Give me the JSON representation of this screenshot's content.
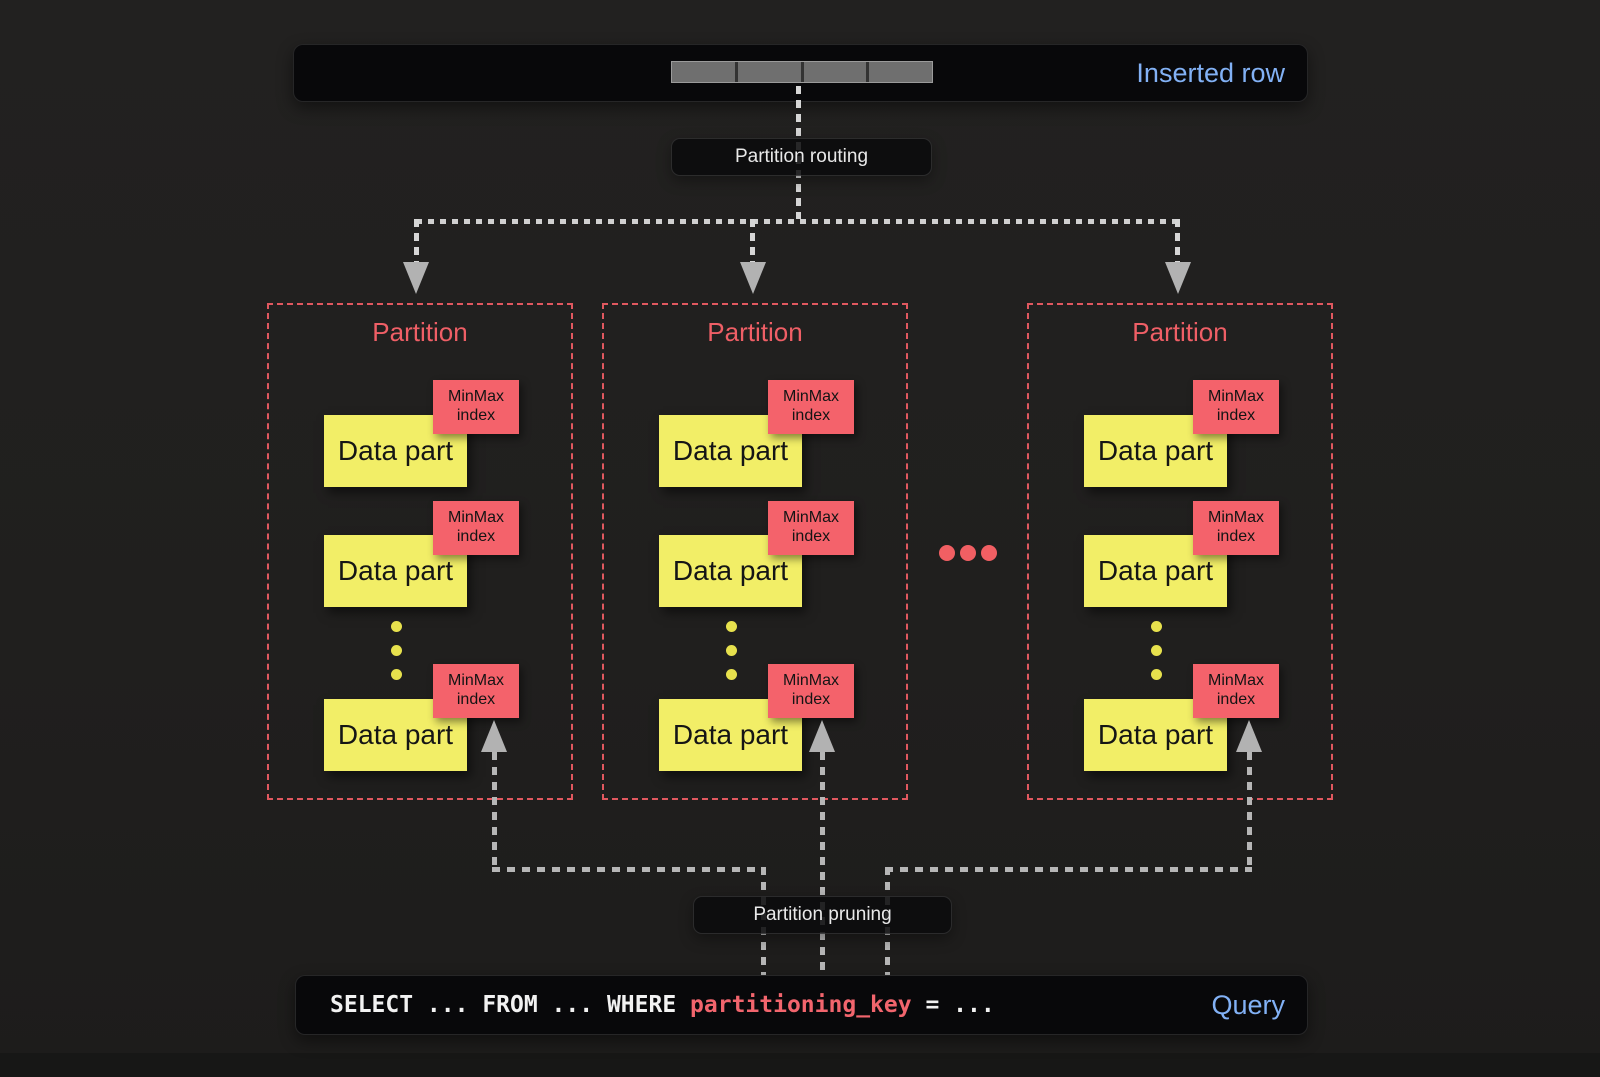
{
  "colors": {
    "background": "#201F1E",
    "panel_bg": "#08080A",
    "accent_blue": "#82B1F5",
    "accent_red": "#EF5F66",
    "minmax_bg": "#F4626B",
    "datapart_bg": "#F2EE67",
    "line_light_gray": "#D3D3D3",
    "arrow_gray": "#B2B2B2",
    "ellipsis_yellow": "#E7E14D"
  },
  "inserted_row": {
    "label": "Inserted row",
    "segment_count": 4
  },
  "routing": {
    "label": "Partition routing"
  },
  "pruning": {
    "label": "Partition pruning"
  },
  "partitions": [
    {
      "title": "Partition",
      "parts": [
        {
          "tag": "MinMax index",
          "label": "Data part"
        },
        {
          "tag": "MinMax index",
          "label": "Data part"
        },
        {
          "tag": "MinMax index",
          "label": "Data part"
        }
      ]
    },
    {
      "title": "Partition",
      "parts": [
        {
          "tag": "MinMax index",
          "label": "Data part"
        },
        {
          "tag": "MinMax index",
          "label": "Data part"
        },
        {
          "tag": "MinMax index",
          "label": "Data part"
        }
      ]
    },
    {
      "title": "Partition",
      "parts": [
        {
          "tag": "MinMax index",
          "label": "Data part"
        },
        {
          "tag": "MinMax index",
          "label": "Data part"
        },
        {
          "tag": "MinMax index",
          "label": "Data part"
        }
      ]
    }
  ],
  "more_partitions_indicator": "...",
  "query": {
    "sql_before_key": "SELECT ... FROM ... WHERE ",
    "sql_key": "partitioning_key",
    "sql_after_key": " = ...",
    "label": "Query"
  }
}
